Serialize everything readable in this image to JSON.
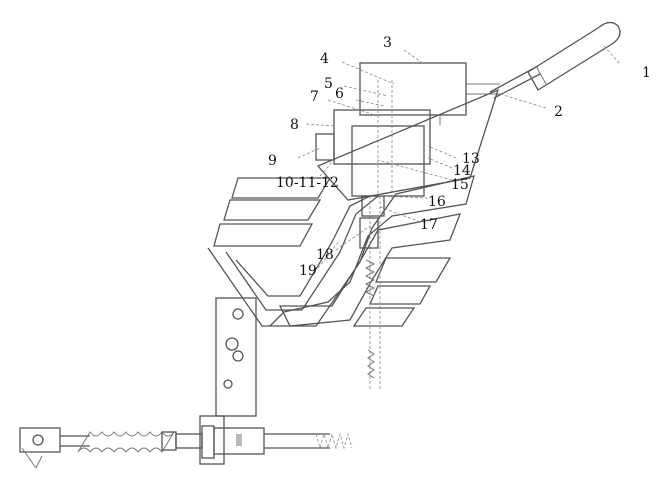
{
  "labels": [
    {
      "id": "l1",
      "text": "1"
    },
    {
      "id": "l2",
      "text": "2"
    },
    {
      "id": "l3",
      "text": "3"
    },
    {
      "id": "l4",
      "text": "4"
    },
    {
      "id": "l5",
      "text": "5"
    },
    {
      "id": "l6",
      "text": "6"
    },
    {
      "id": "l7",
      "text": "7"
    },
    {
      "id": "l8",
      "text": "8"
    },
    {
      "id": "l9",
      "text": "9"
    },
    {
      "id": "l10",
      "text": "10-11-12"
    },
    {
      "id": "l13",
      "text": "13"
    },
    {
      "id": "l14",
      "text": "14"
    },
    {
      "id": "l15",
      "text": "15"
    },
    {
      "id": "l16",
      "text": "16"
    },
    {
      "id": "l17",
      "text": "17"
    },
    {
      "id": "l18",
      "text": "18"
    },
    {
      "id": "l19",
      "text": "19"
    }
  ]
}
